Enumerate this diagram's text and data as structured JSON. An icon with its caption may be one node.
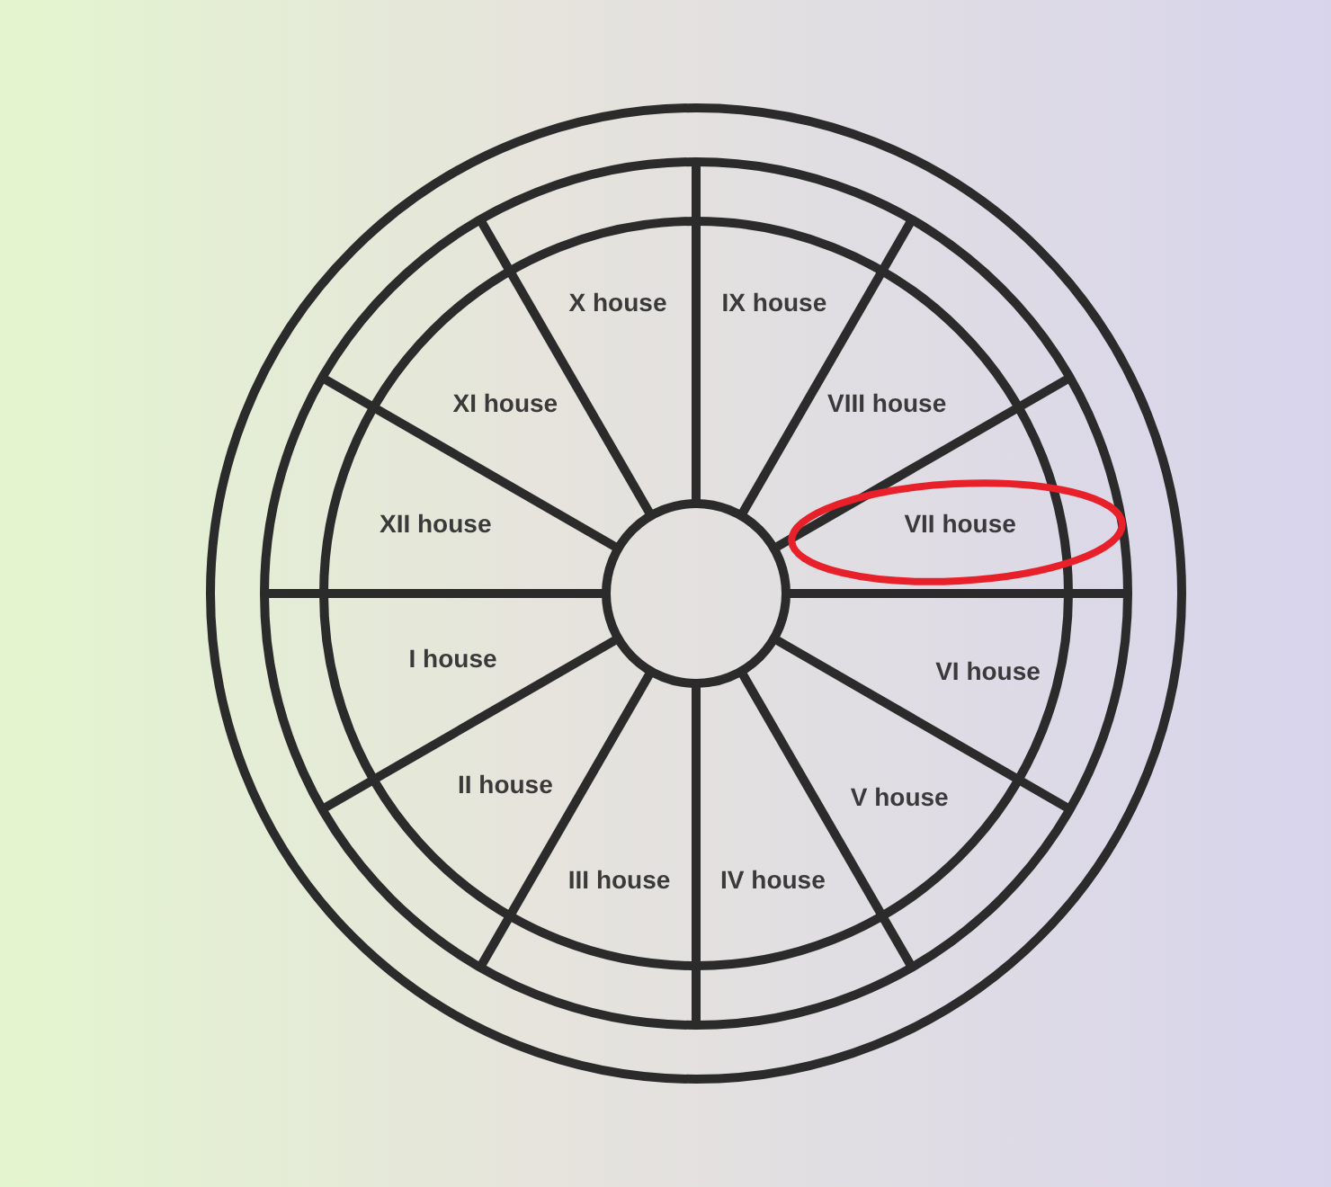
{
  "diagram": {
    "nodes": [
      {
        "text": [
          "X house"
        ]
      },
      {
        "text": [
          "IX house"
        ]
      },
      {
        "text": [
          "XI house"
        ]
      },
      {
        "text": [
          "VIII house"
        ]
      },
      {
        "text": [
          "XII house"
        ]
      },
      {
        "text": [
          "VII house"
        ]
      },
      {
        "text": [
          "I house"
        ]
      },
      {
        "text": [
          "VI house"
        ]
      },
      {
        "text": [
          "II house"
        ]
      },
      {
        "text": [
          "V house"
        ]
      },
      {
        "text": [
          "III house"
        ]
      },
      {
        "text": [
          "IV house"
        ]
      }
    ]
  }
}
